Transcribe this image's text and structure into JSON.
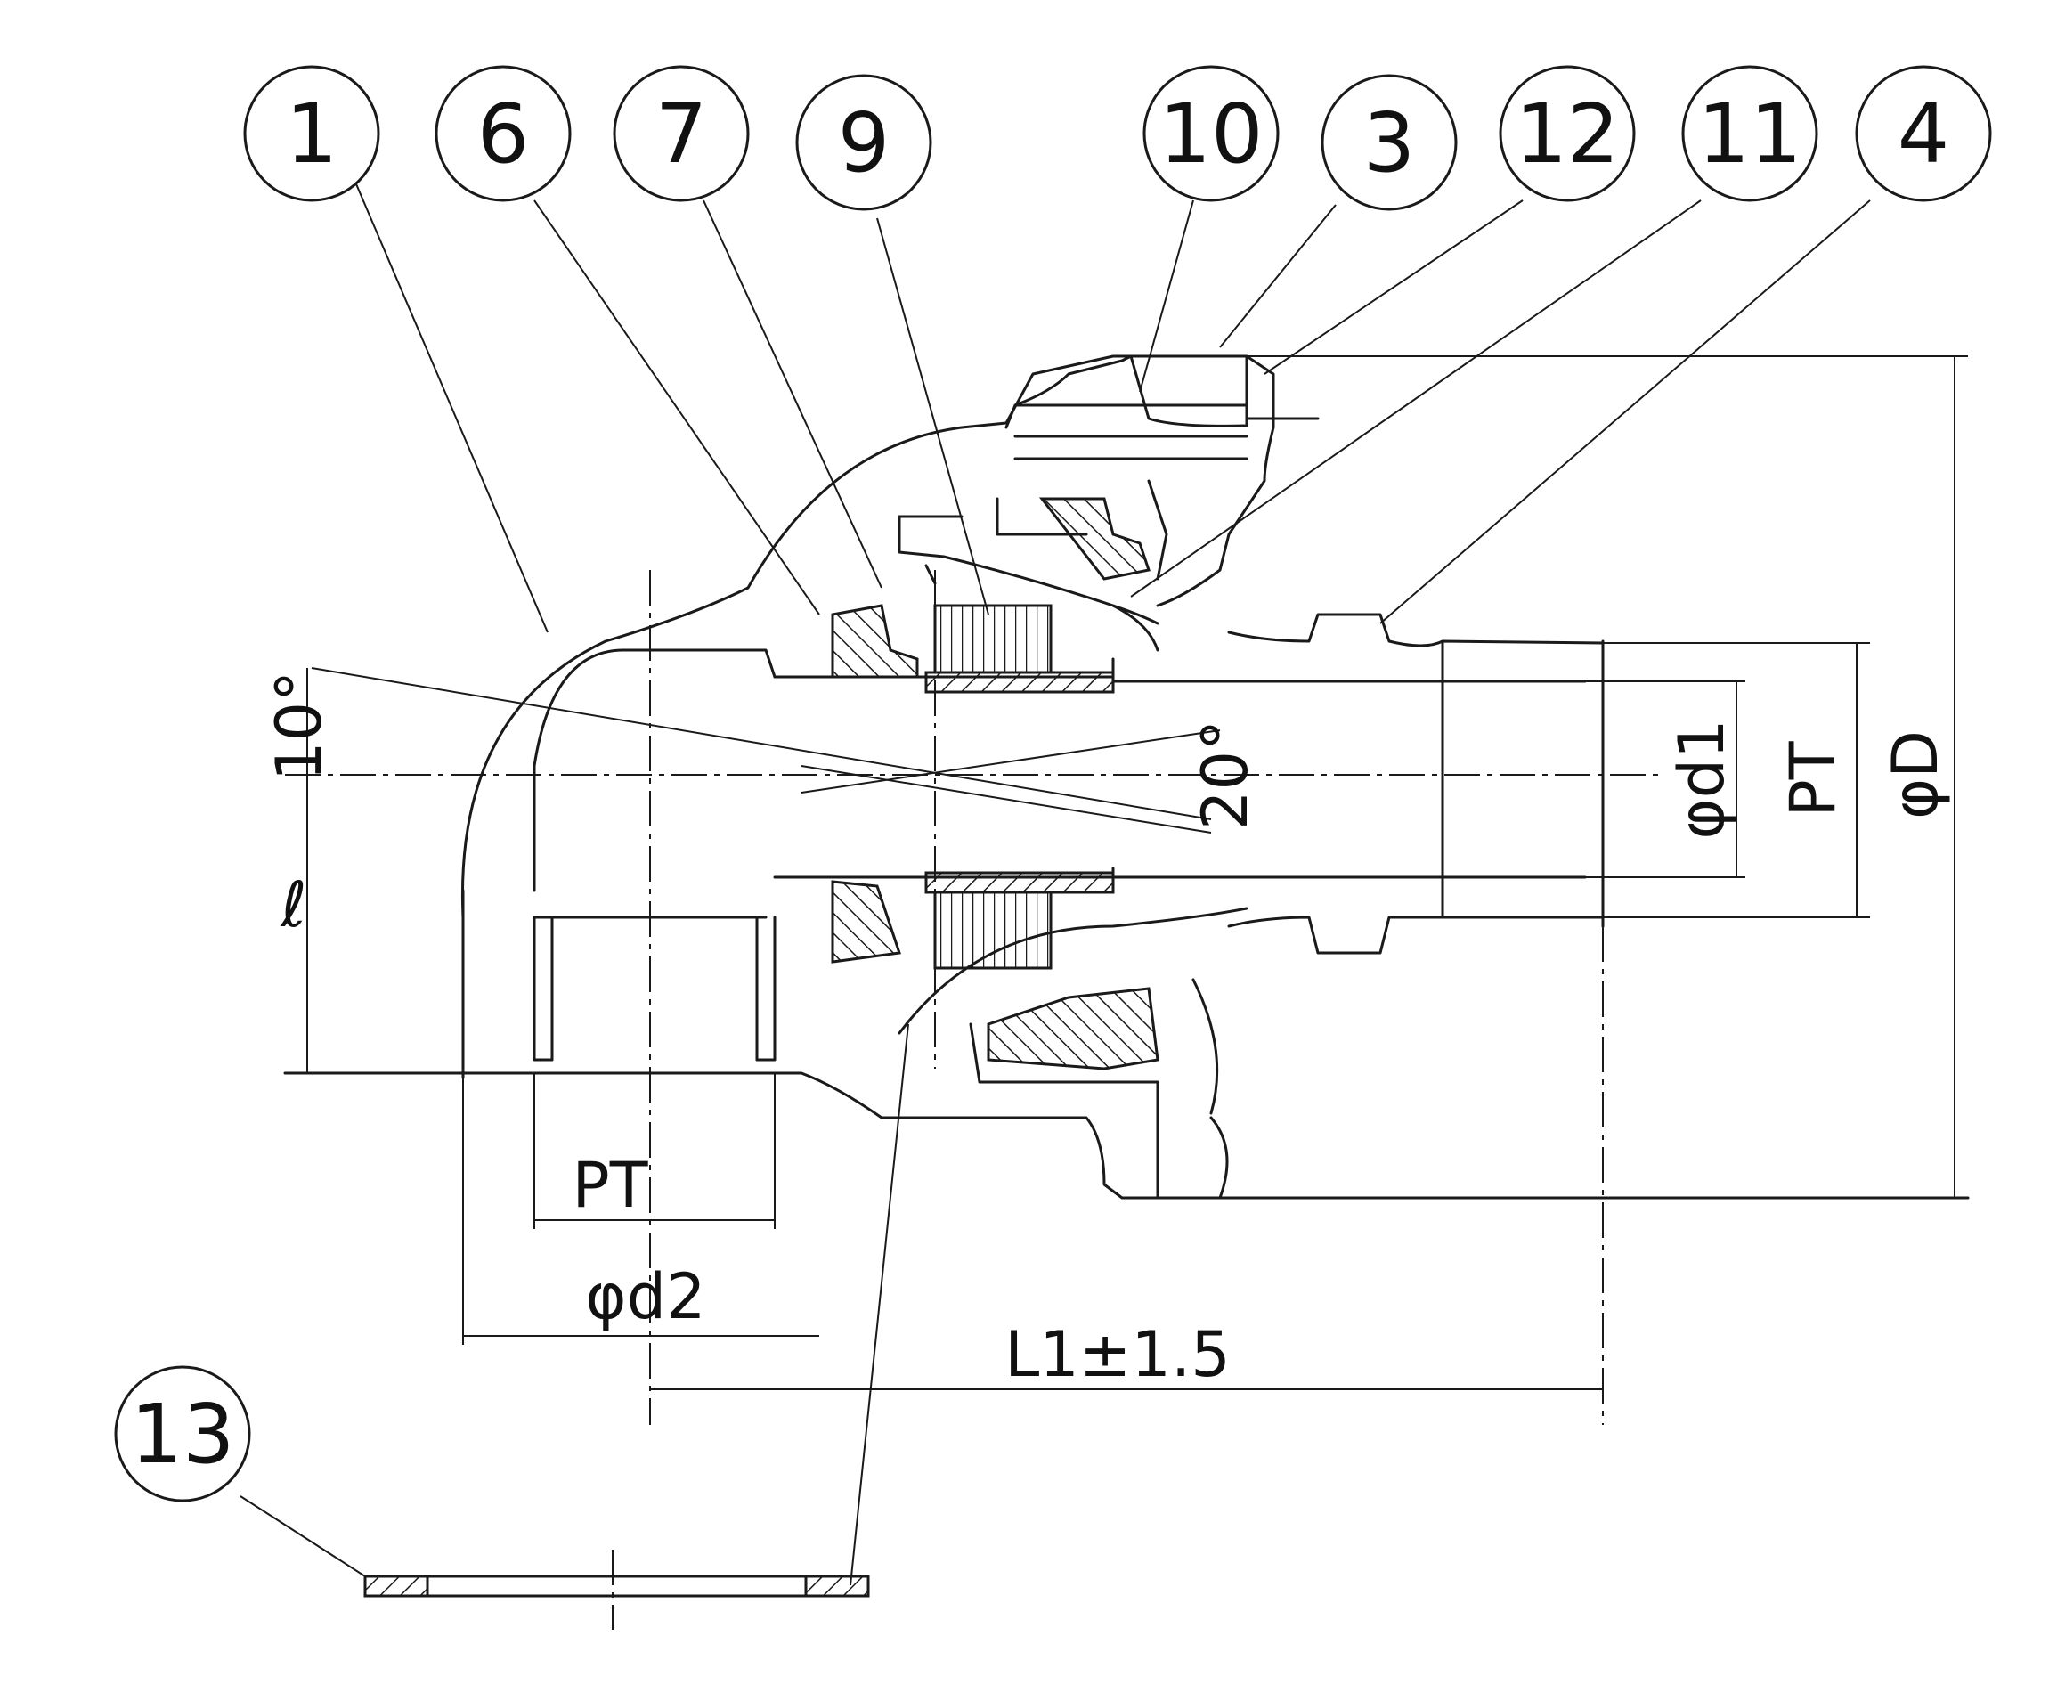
{
  "balloons": [
    {
      "id": "b1",
      "label": "1"
    },
    {
      "id": "b6",
      "label": "6"
    },
    {
      "id": "b7",
      "label": "7"
    },
    {
      "id": "b9",
      "label": "9"
    },
    {
      "id": "b10",
      "label": "10"
    },
    {
      "id": "b3",
      "label": "3"
    },
    {
      "id": "b12",
      "label": "12"
    },
    {
      "id": "b11",
      "label": "11"
    },
    {
      "id": "b4",
      "label": "4"
    },
    {
      "id": "b13",
      "label": "13"
    }
  ],
  "dimensions": {
    "angle_10": "10°",
    "angle_20": "20°",
    "length_l": "ℓ",
    "pt_inlet": "PT",
    "d2": "φd2",
    "l1": "L1±1.5",
    "d1": "φd1",
    "pt_outlet": "PT",
    "D": "φD"
  }
}
